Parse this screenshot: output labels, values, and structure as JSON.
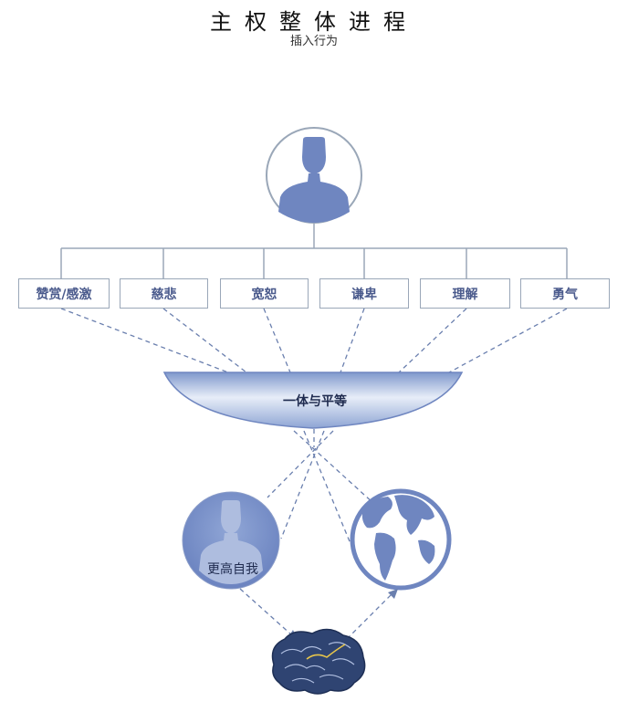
{
  "header": {
    "title": "主权整体进程",
    "subtitle": "插入行为"
  },
  "qualities": [
    {
      "label": "赞赏/感激"
    },
    {
      "label": "慈悲"
    },
    {
      "label": "宽恕"
    },
    {
      "label": "谦卑"
    },
    {
      "label": "理解"
    },
    {
      "label": "勇气"
    }
  ],
  "bowl": {
    "label": "一体与平等"
  },
  "higher_self": {
    "label": "更高自我"
  },
  "icons": {
    "top": "person-icon",
    "higher_self": "person-icon",
    "world": "globe-icon",
    "bottom": "brain-icon"
  },
  "colors": {
    "accent": "#6f86c0",
    "dashed_line": "#6a7fae",
    "box_border": "#9aa7b8",
    "text": "#4a5a8c"
  }
}
